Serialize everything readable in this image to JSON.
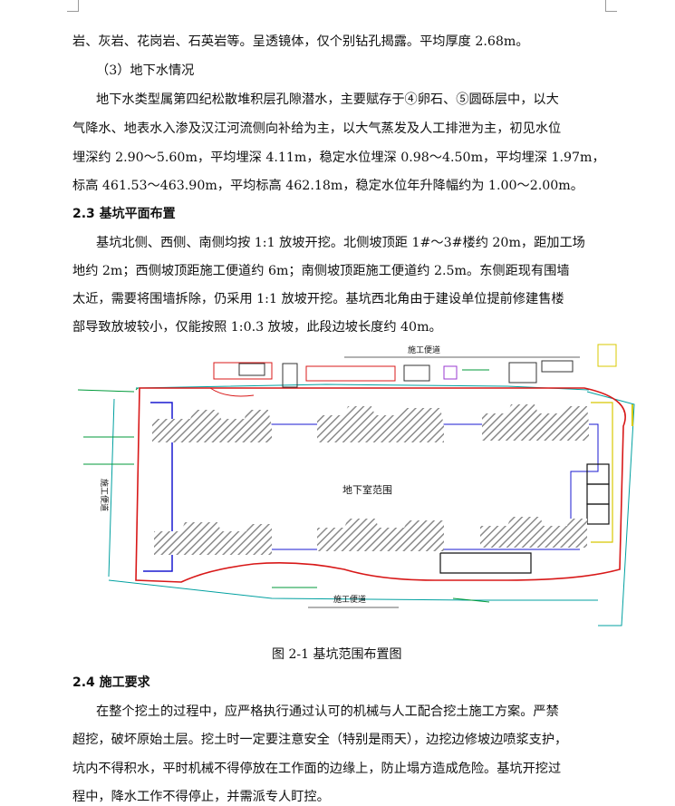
{
  "p_prev": {
    "line1": "岩、灰岩、花岗岩、石英岩等。呈透镜体，仅个别钻孔揭露。平均厚度 2.68m。"
  },
  "sub3": {
    "title": "（3）地下水情况"
  },
  "groundwater": {
    "line1": "地下水类型属第四纪松散堆积层孔隙潜水，主要赋存于④卵石、⑤圆砾层中，以大",
    "line2": "气降水、地表水入渗及汉江河流侧向补给为主，以大气蒸发及人工排泄为主，初见水位",
    "line3": "埋深约 2.90～5.60m，平均埋深 4.11m，稳定水位埋深 0.98～4.50m，平均埋深 1.97m，",
    "line4": "标高 461.53～463.90m，平均标高 462.18m，稳定水位年升降幅约为 1.00～2.00m。"
  },
  "sec23": {
    "title": "2.3 基坑平面布置",
    "line1": "基坑北侧、西侧、南侧均按 1:1 放坡开挖。北侧坡顶距 1#～3#楼约 20m，距加工场",
    "line2": "地约 2m；西侧坡顶距施工便道约 6m；南侧坡顶距施工便道约 2.5m。东侧距现有围墙",
    "line3": "太近，需要将围墙拆除，仍采用 1:1 放坡开挖。基坑西北角由于建设单位提前修建售楼",
    "line4": "部导致放坡较小，仅能按照 1:0.3 放坡，此段边坡长度约 40m。"
  },
  "figure": {
    "label_road_top": "施工便道",
    "label_road_bottom": "施工便道",
    "label_road_left": "施工便道",
    "label_area": "地下室范围",
    "caption": "图 2-1  基坑范围布置图",
    "colors": {
      "pit_line": "#d81818",
      "drain_line": "#1a1ad0",
      "road_line": "#00a0a0",
      "callout": "#009a3a",
      "yellow": "#d8c800",
      "hatch": "#8a8a8a"
    }
  },
  "sec24": {
    "title": "2.4 施工要求",
    "line1": "在整个挖土的过程中，应严格执行通过认可的机械与人工配合挖土施工方案。严禁",
    "line2": "超挖，破坏原始土层。挖土时一定要注意安全（特别是雨天），边挖边修坡边喷浆支护，",
    "line3": "坑内不得积水，平时机械不得停放在工作面的边缘上，防止塌方造成危险。基坑开挖过",
    "line4": "程中，降水工作不得停止，并需派专人盯控。"
  }
}
